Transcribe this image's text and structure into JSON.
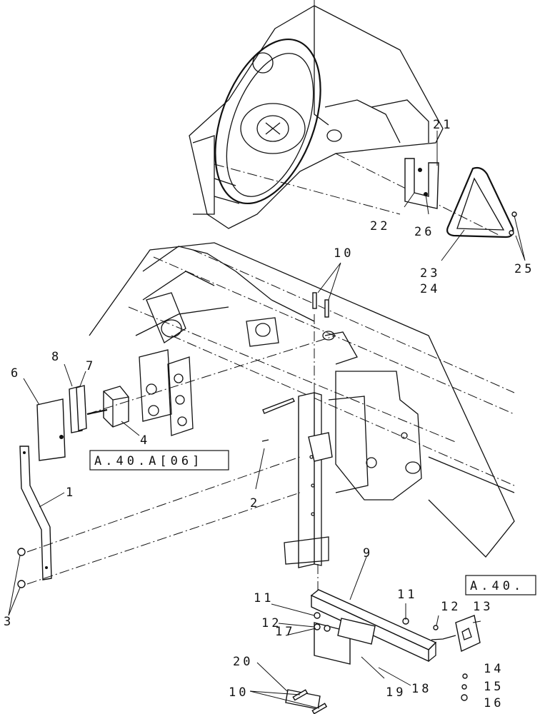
{
  "callouts": {
    "c1": "1",
    "c2": "2",
    "c3": "3",
    "c4": "4",
    "c6": "6",
    "c7": "7",
    "c8": "8",
    "c9": "9",
    "c10a": "10",
    "c10b": "10",
    "c11a": "11",
    "c11b": "11",
    "c12a": "12",
    "c12b": "12",
    "c13": "13",
    "c14": "14",
    "c15": "15",
    "c16": "16",
    "c17": "17",
    "c18": "18",
    "c19": "19",
    "c20": "20",
    "c21": "21",
    "c22": "22",
    "c23": "23",
    "c24": "24",
    "c25": "25",
    "c26": "26"
  },
  "references": {
    "ref1": "A.40.A[06]",
    "ref2": "A.40."
  }
}
